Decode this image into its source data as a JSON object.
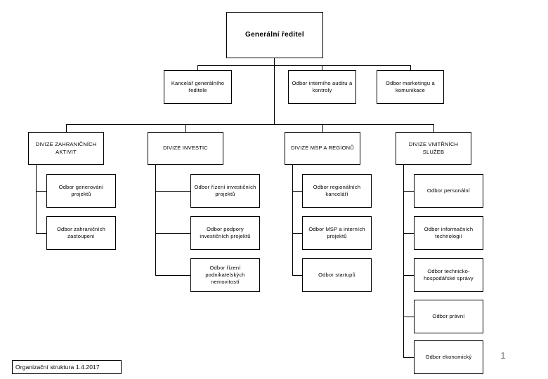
{
  "page": {
    "footer": "Organizační struktura 1.4.2017",
    "page_number": "1"
  },
  "colors": {
    "box_border": "#000000",
    "box_fill": "#ffffff",
    "text": "#000000",
    "page_number_gray": "#808080"
  },
  "org": {
    "root": {
      "label": "Generální ředitel"
    },
    "staff": [
      {
        "label": "Kancelář generálního ředitele"
      },
      {
        "label": "Odbor interního auditu a kontroly"
      },
      {
        "label": "Odbor marketingu a komunikace"
      }
    ],
    "divisions": [
      {
        "label": "DIVIZE ZAHRANIČNÍCH AKTIVIT",
        "children": [
          {
            "label": "Odbor generování projektů"
          },
          {
            "label": "Odbor zahraničních zastoupení"
          }
        ]
      },
      {
        "label": "DIVIZE INVESTIC",
        "children": [
          {
            "label": "Odbor řízení investičních projektů"
          },
          {
            "label": "Odbor podpory investičních projektů"
          },
          {
            "label": "Odbor řízení podnikatelských nemovitostí"
          }
        ]
      },
      {
        "label": "DIVIZE MSP A REGIONŮ",
        "children": [
          {
            "label": "Odbor regionálních kanceláří"
          },
          {
            "label": "Odbor MSP a interních projektů"
          },
          {
            "label": "Odbor startupů"
          }
        ]
      },
      {
        "label": "DIVIZE VNITŘNÍCH SLUŽEB",
        "children": [
          {
            "label": "Odbor personální"
          },
          {
            "label": "Odbor informačních technologií"
          },
          {
            "label": "Odbor technicko-hospodářské správy"
          },
          {
            "label": "Odbor právní"
          },
          {
            "label": "Odbor ekonomický"
          }
        ]
      }
    ]
  }
}
